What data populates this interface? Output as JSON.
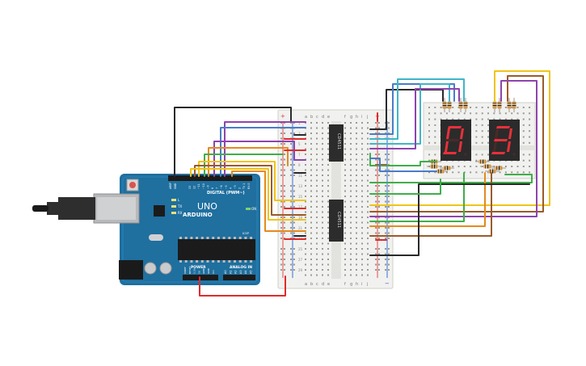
{
  "arduino": {
    "logo_text": "ARDUINO",
    "model": "UNO",
    "digital_label": "DIGITAL (PWM~)",
    "power_label": "POWER",
    "analog_label": "ANALOG IN",
    "aref": "AREF",
    "gnd": "GND",
    "tx": "TX",
    "rx": "RX",
    "l_led": "L",
    "on_led": "ON",
    "digital_pins": [
      "13",
      "12",
      "~11",
      "~10",
      "~9",
      "8",
      "7",
      "~6",
      "~5",
      "4",
      "~3",
      "2",
      "TX 1",
      "RX 0"
    ],
    "power_pins": [
      "IOREF",
      "RESET",
      "3.3V",
      "5V",
      "GND",
      "GND",
      "Vin"
    ],
    "analog_pins": [
      "A0",
      "A1",
      "A2",
      "A3",
      "A4",
      "A5"
    ],
    "icsp": "ICSP"
  },
  "breadboard": {
    "cols_left": [
      "a",
      "b",
      "c",
      "d",
      "e"
    ],
    "cols_right": [
      "f",
      "g",
      "h",
      "i",
      "j"
    ],
    "row_numbers": [
      "1",
      "3",
      "5",
      "7",
      "9",
      "11",
      "13",
      "15",
      "17",
      "19",
      "21",
      "23",
      "25",
      "27",
      "29"
    ],
    "plus": "+",
    "minus": "−"
  },
  "chips": [
    {
      "label": "CD4511"
    },
    {
      "label": "CD4511"
    }
  ],
  "displays": [
    {
      "digit": "0"
    },
    {
      "digit": "3"
    }
  ],
  "colors": {
    "arduino_board": "#1f6f9f",
    "breadboard": "#f1f1ef",
    "display_bg": "#2b2b2b",
    "segment_on": "#e8303a",
    "segment_off": "#4a2a2a",
    "wire_black": "#2a2a2a",
    "wire_red": "#e02b2b",
    "wire_purple": "#8e44ad",
    "wire_blue": "#4a7cc9",
    "wire_cyan": "#3fb6c9",
    "wire_orange": "#e58a1f",
    "wire_yellow": "#f0c419",
    "wire_green": "#3fae49",
    "wire_brown": "#9a5b2a"
  }
}
